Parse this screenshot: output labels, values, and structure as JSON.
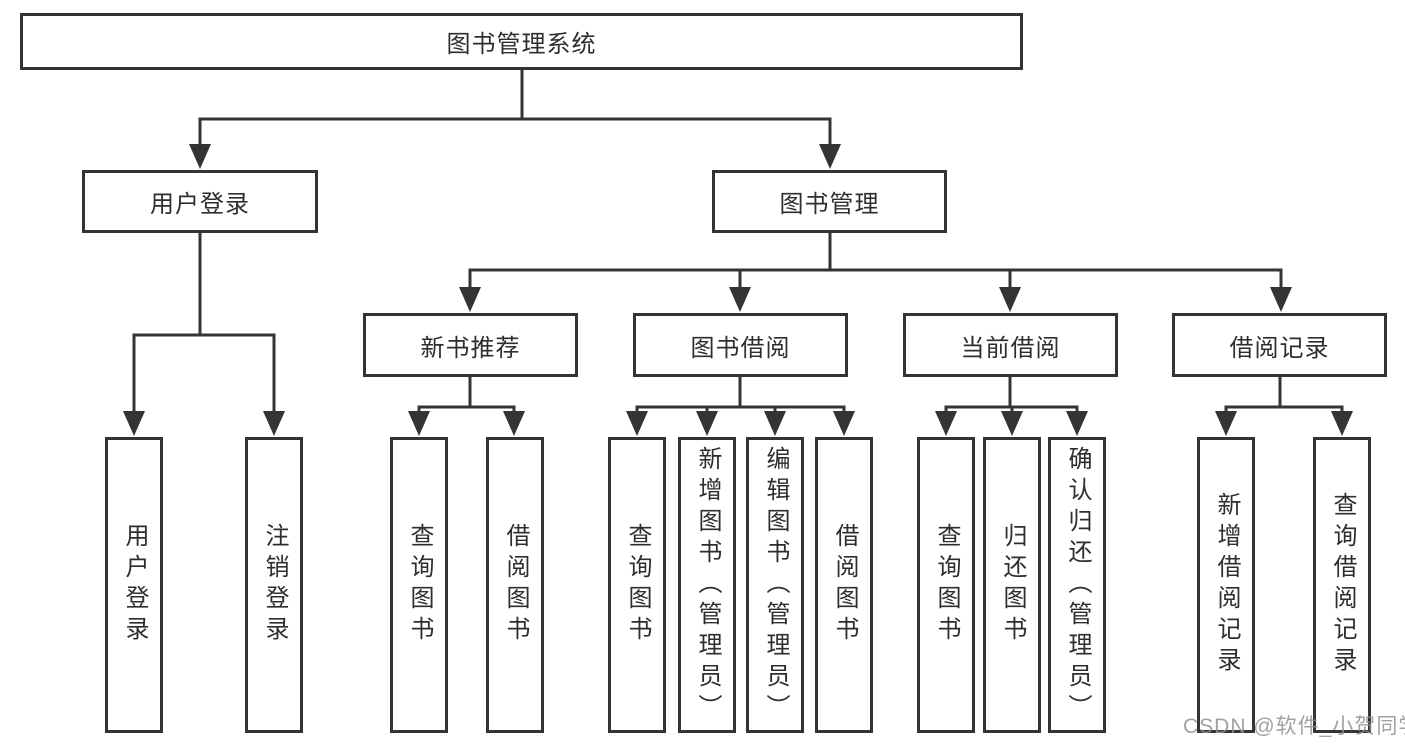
{
  "diagram": {
    "root": {
      "label": "图书管理系统"
    },
    "level2": [
      {
        "label": "用户登录"
      },
      {
        "label": "图书管理"
      }
    ],
    "level3": [
      {
        "label": "新书推荐"
      },
      {
        "label": "图书借阅"
      },
      {
        "label": "当前借阅"
      },
      {
        "label": "借阅记录"
      }
    ],
    "leaves": [
      {
        "label": "用户登录"
      },
      {
        "label": "注销登录"
      },
      {
        "label": "查询图书"
      },
      {
        "label": "借阅图书"
      },
      {
        "label": "查询图书"
      },
      {
        "label": "新增图书（管理员）"
      },
      {
        "label": "编辑图书（管理员）"
      },
      {
        "label": "借阅图书"
      },
      {
        "label": "查询图书"
      },
      {
        "label": "归还图书"
      },
      {
        "label": "确认归还（管理员）"
      },
      {
        "label": "新增借阅记录"
      },
      {
        "label": "查询借阅记录"
      }
    ],
    "line_color": "#343434"
  },
  "watermark": {
    "text": "CSDN @软件_小贺同学"
  }
}
